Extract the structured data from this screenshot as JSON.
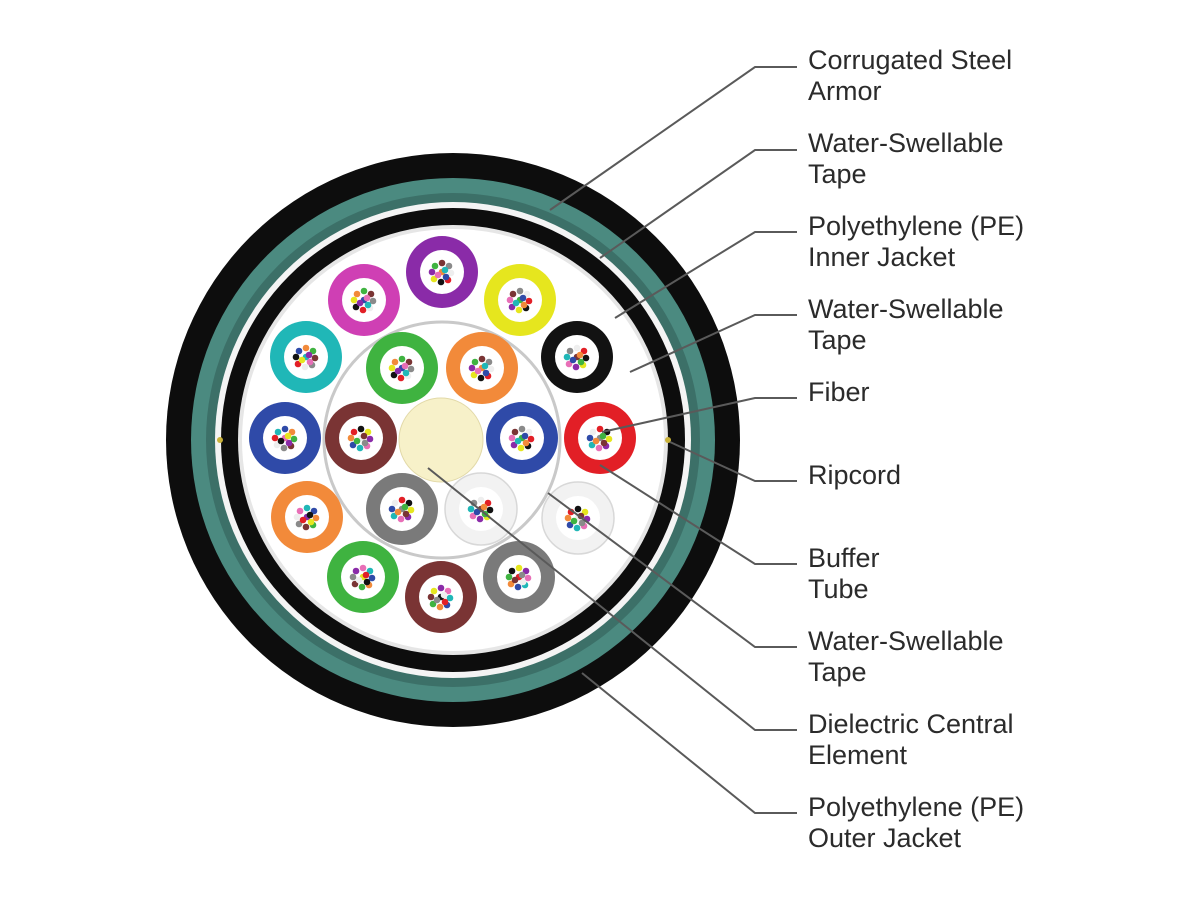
{
  "labels": [
    {
      "lines": [
        "Corrugated Steel",
        "Armor"
      ]
    },
    {
      "lines": [
        "Water-Swellable",
        "Tape"
      ]
    },
    {
      "lines": [
        "Polyethylene (PE)",
        "Inner Jacket"
      ]
    },
    {
      "lines": [
        "Water-Swellable",
        "Tape"
      ]
    },
    {
      "lines": [
        "Fiber"
      ]
    },
    {
      "lines": [
        "Ripcord"
      ]
    },
    {
      "lines": [
        "Buffer",
        "Tube"
      ]
    },
    {
      "lines": [
        "Water-Swellable",
        "Tape"
      ]
    },
    {
      "lines": [
        "Dielectric Central",
        "Element"
      ]
    },
    {
      "lines": [
        "Polyethylene (PE)",
        "Outer Jacket"
      ]
    }
  ],
  "colors": {
    "outer_jacket": "#0d0d0d",
    "armor": "#4b8a80",
    "inner_jacket": "#0d0d0d",
    "tape": "#ffffff",
    "central_element": "#f7f1c9",
    "leader_line": "#5a5a5a"
  },
  "buffer_tubes": [
    {
      "color": "#cf3fb4",
      "ring": "outer"
    },
    {
      "color": "#8a2ba8",
      "ring": "outer"
    },
    {
      "color": "#e6e61e",
      "ring": "outer"
    },
    {
      "color": "#121212",
      "ring": "outer"
    },
    {
      "color": "#e21f26",
      "ring": "outer"
    },
    {
      "color": "#f2f2f2",
      "ring": "outer"
    },
    {
      "color": "#7a7a7a",
      "ring": "outer"
    },
    {
      "color": "#7a3434",
      "ring": "outer"
    },
    {
      "color": "#3fb340",
      "ring": "outer"
    },
    {
      "color": "#f28a3a",
      "ring": "outer"
    },
    {
      "color": "#2f4aa8",
      "ring": "outer"
    },
    {
      "color": "#20b7b7",
      "ring": "outer"
    },
    {
      "color": "#3fb340",
      "ring": "inner"
    },
    {
      "color": "#f28a3a",
      "ring": "inner"
    },
    {
      "color": "#2f4aa8",
      "ring": "inner"
    },
    {
      "color": "#f2f2f2",
      "ring": "inner"
    },
    {
      "color": "#7a7a7a",
      "ring": "inner"
    },
    {
      "color": "#7a3434",
      "ring": "inner"
    }
  ],
  "fiber_colors": [
    "#2f4aa8",
    "#f28a3a",
    "#3fb340",
    "#7a3434",
    "#8a8a8a",
    "#eeeeee",
    "#e21f26",
    "#121212",
    "#e6e61e",
    "#8a2ba8",
    "#e86fb7",
    "#20b7b7"
  ]
}
